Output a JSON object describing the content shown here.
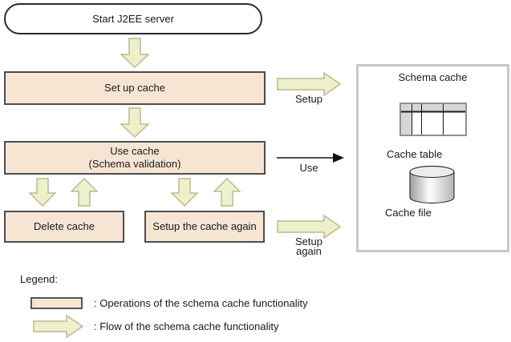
{
  "diagram": {
    "nodes": {
      "start": "Start J2EE server",
      "setup": "Set up cache",
      "use_line1": "Use cache",
      "use_line2": "(Schema validation)",
      "delete": "Delete cache",
      "setup_again": "Setup the cache again"
    },
    "flow_labels": {
      "setup": "Setup",
      "use": "Use",
      "setup_again_line1": "Setup",
      "setup_again_line2": "again"
    },
    "panel": {
      "title": "Schema cache",
      "cache_table": "Cache table",
      "cache_file": "Cache file"
    }
  },
  "legend": {
    "title": "Legend:",
    "operations_label": ": Operations of the schema cache functionality",
    "flow_label": ": Flow of the schema cache functionality"
  },
  "icons": {
    "down_arrow": "block-arrow-down",
    "up_arrow": "block-arrow-up",
    "right_arrow": "block-arrow-right",
    "use_arrow": "line-arrow-right",
    "cache_table": "table-grid",
    "cache_file": "database-cylinder"
  },
  "colors": {
    "operation_fill": "#f7e5d4",
    "operation_border": "#4d4d4d",
    "flow_arrow_fill": "#eef0cb",
    "flow_arrow_border": "#b7bb92",
    "panel_border": "#c8c8c8",
    "table_gray": "#d6d6d6",
    "text": "#1a1a1a"
  }
}
